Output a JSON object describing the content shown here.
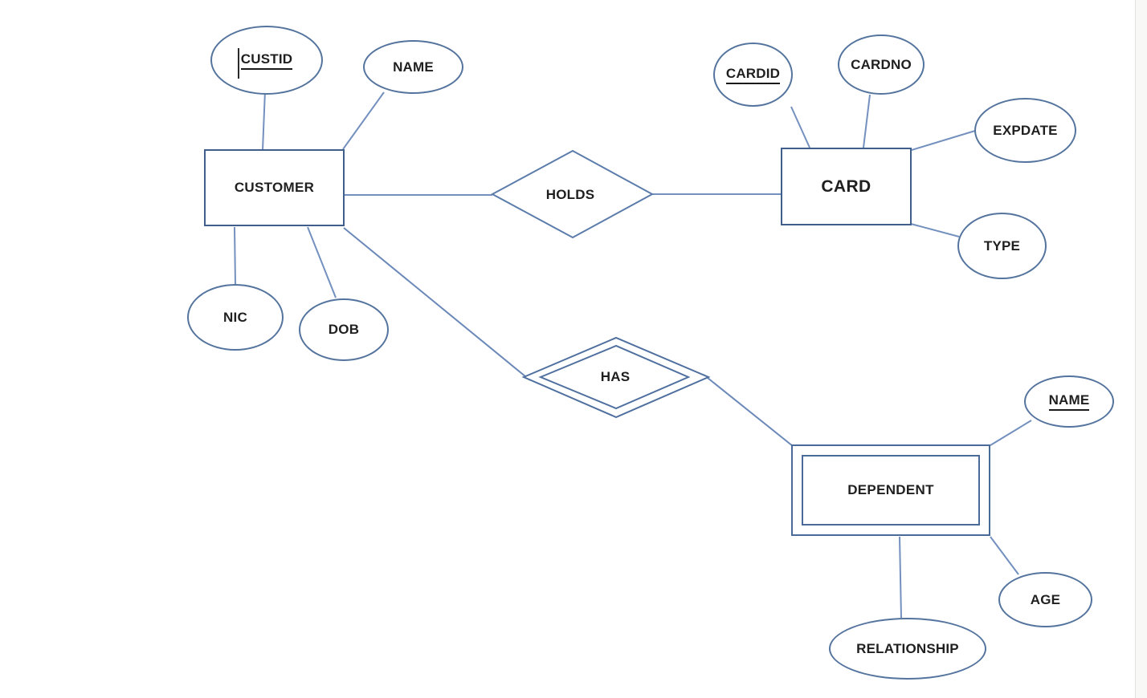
{
  "diagram": {
    "type": "entity-relationship-diagram",
    "entities": {
      "customer": {
        "label": "CUSTOMER",
        "kind": "strong",
        "primary_key": "CUSTID",
        "attributes": [
          "CUSTID",
          "NAME",
          "NIC",
          "DOB"
        ]
      },
      "card": {
        "label": "CARD",
        "kind": "strong",
        "primary_key": "CARDID",
        "attributes": [
          "CARDID",
          "CARDNO",
          "EXPDATE",
          "TYPE"
        ]
      },
      "dependent": {
        "label": "DEPENDENT",
        "kind": "weak",
        "partial_key": "NAME",
        "attributes": [
          "NAME",
          "AGE",
          "RELATIONSHIP"
        ]
      }
    },
    "relationships": {
      "holds": {
        "label": "HOLDS",
        "kind": "regular",
        "between": [
          "CUSTOMER",
          "CARD"
        ]
      },
      "has": {
        "label": "HAS",
        "kind": "identifying",
        "between": [
          "CUSTOMER",
          "DEPENDENT"
        ]
      }
    },
    "attribute_labels": {
      "custid": "CUSTID",
      "cust_name": "NAME",
      "nic": "NIC",
      "dob": "DOB",
      "cardid": "CARDID",
      "cardno": "CARDNO",
      "expdate": "EXPDATE",
      "type": "TYPE",
      "dep_name": "NAME",
      "age": "AGE",
      "relationship": "RELATIONSHIP"
    }
  },
  "colors": {
    "background": "#ffffff",
    "entity_border": "#3f5e8c",
    "weak_entity_border": "#4a6a9a",
    "attribute_border": "#54749e",
    "relationship_border": "#5b7cab",
    "connector_line": "#7390bf",
    "text": "#1f1f1f"
  }
}
